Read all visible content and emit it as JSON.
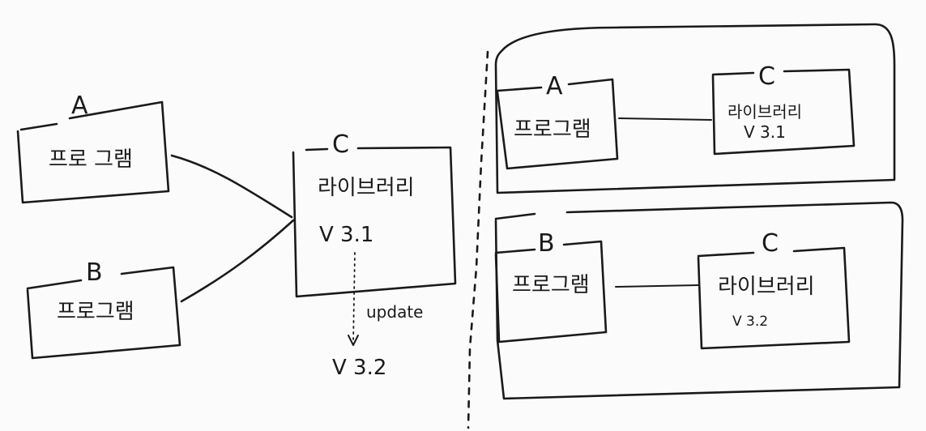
{
  "left": {
    "program_a": {
      "letter": "A",
      "label": "프로 그램"
    },
    "program_b": {
      "letter": "B",
      "label": "프로그램"
    },
    "library_c": {
      "letter": "C",
      "label": "라이브러리",
      "version": "V 3.1"
    },
    "update": {
      "label": "update",
      "version": "V 3.2"
    }
  },
  "right": {
    "top": {
      "program": {
        "letter": "A",
        "label": "프로그램"
      },
      "library": {
        "letter": "C",
        "label": "라이브러리",
        "version": "V 3.1"
      }
    },
    "bottom": {
      "program": {
        "letter": "B",
        "label": "프로그램"
      },
      "library": {
        "letter": "C",
        "label": "라이브러리",
        "version": "V 3.2"
      }
    }
  }
}
